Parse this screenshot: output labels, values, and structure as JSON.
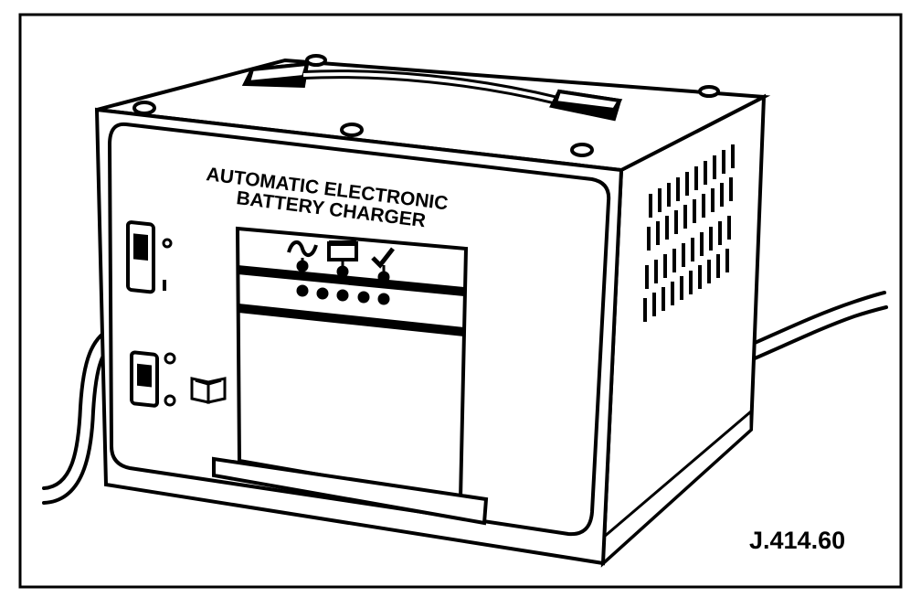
{
  "figure": {
    "panel_title_line1": "AUTOMATIC ELECTRONIC",
    "panel_title_line2": "BATTERY CHARGER",
    "reference_code": "J.414.60"
  },
  "indicators": {
    "symbols": [
      "ac-wave-icon",
      "battery-icon",
      "checkmark-icon"
    ],
    "led_count_upper": 3,
    "led_count_lower": 5
  },
  "colors": {
    "ink": "#000000",
    "paper": "#ffffff"
  }
}
